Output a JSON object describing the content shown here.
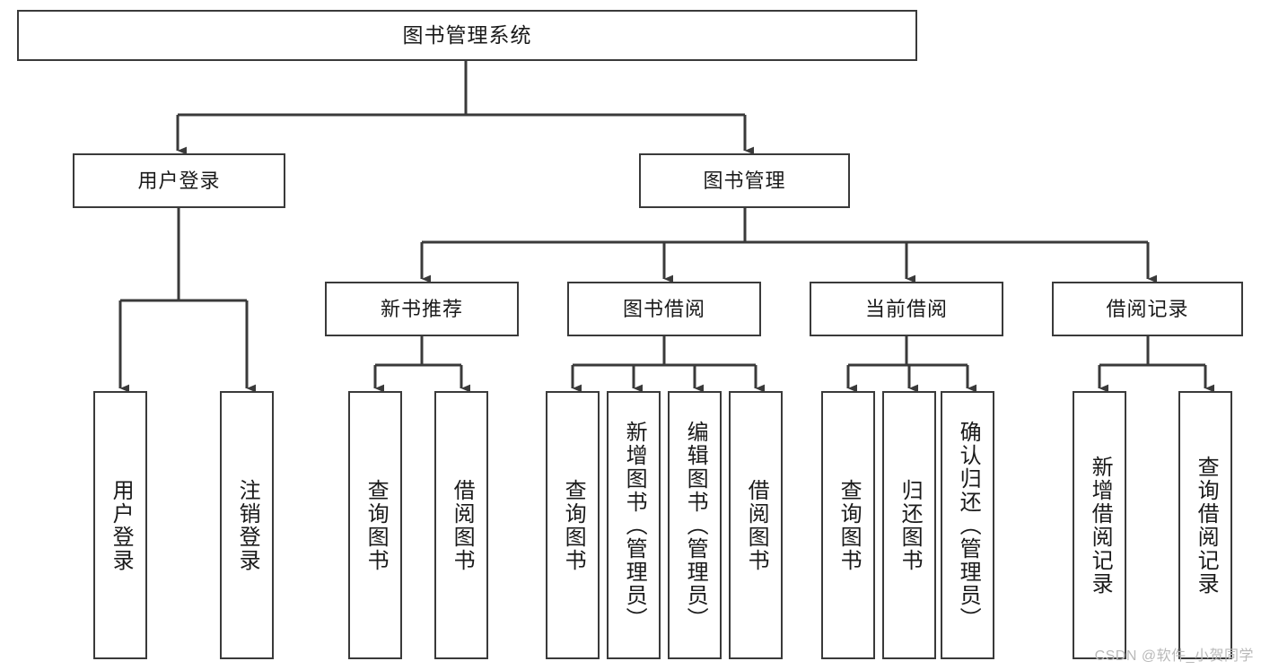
{
  "diagram": {
    "title": "图书管理系统",
    "type": "tree",
    "root": {
      "label": "图书管理系统"
    },
    "level2": [
      {
        "id": "user-login",
        "label": "用户登录"
      },
      {
        "id": "book-management",
        "label": "图书管理"
      }
    ],
    "level3": [
      {
        "id": "new-book-recommend",
        "label": "新书推荐",
        "parent": "book-management"
      },
      {
        "id": "book-borrow",
        "label": "图书借阅",
        "parent": "book-management"
      },
      {
        "id": "current-borrow",
        "label": "当前借阅",
        "parent": "book-management"
      },
      {
        "id": "borrow-record",
        "label": "借阅记录",
        "parent": "book-management"
      }
    ],
    "leaves": [
      {
        "id": "leaf-user-login",
        "label": "用户登录",
        "parent": "user-login"
      },
      {
        "id": "leaf-logout-login",
        "label": "注销登录",
        "parent": "user-login"
      },
      {
        "id": "leaf-query-book-1",
        "label": "查询图书",
        "parent": "new-book-recommend"
      },
      {
        "id": "leaf-borrow-book-1",
        "label": "借阅图书",
        "parent": "new-book-recommend"
      },
      {
        "id": "leaf-query-book-2",
        "label": "查询图书",
        "parent": "book-borrow"
      },
      {
        "id": "leaf-add-book",
        "label": "新增图书（管理员）",
        "parent": "book-borrow"
      },
      {
        "id": "leaf-edit-book",
        "label": "编辑图书（管理员）",
        "parent": "book-borrow"
      },
      {
        "id": "leaf-borrow-book-2",
        "label": "借阅图书",
        "parent": "book-borrow"
      },
      {
        "id": "leaf-query-book-3",
        "label": "查询图书",
        "parent": "current-borrow"
      },
      {
        "id": "leaf-return-book",
        "label": "归还图书",
        "parent": "current-borrow"
      },
      {
        "id": "leaf-confirm-return",
        "label": "确认归还（管理员）",
        "parent": "current-borrow"
      },
      {
        "id": "leaf-add-record",
        "label": "新增借阅记录",
        "parent": "borrow-record"
      },
      {
        "id": "leaf-query-record",
        "label": "查询借阅记录",
        "parent": "borrow-record"
      }
    ]
  },
  "watermark": {
    "text": "CSDN @软件_小贺同学"
  },
  "colors": {
    "stroke": "#3a3a3a",
    "text": "#1a1a1a",
    "background": "#ffffff",
    "watermark": "#b9b9b9"
  }
}
